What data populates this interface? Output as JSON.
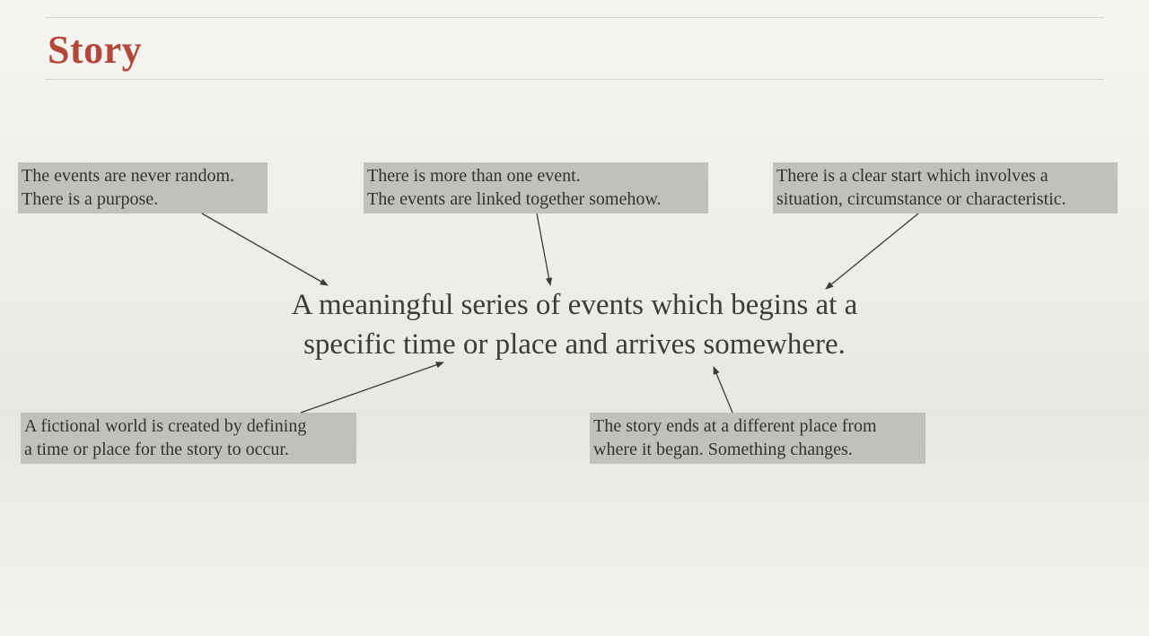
{
  "slide": {
    "title": "Story",
    "main_text": [
      "A meaningful series of events which begins at a",
      "specific time or place and arrives somewhere."
    ]
  },
  "notes": {
    "random": [
      "The events are never random.",
      "There is a purpose."
    ],
    "linked": [
      "There is more than one event.",
      "The events are linked together somehow."
    ],
    "start": [
      "There is a clear start which involves a",
      "situation, circumstance or characteristic."
    ],
    "world": [
      "A fictional world is created by defining",
      "a time or place for the story to occur."
    ],
    "ending": [
      "The story ends at a different place from",
      "where it began. Something changes."
    ]
  },
  "colors": {
    "title": "#b3473a",
    "note_fill": "#c2c0bb",
    "arrow": "#3a3a3a"
  }
}
